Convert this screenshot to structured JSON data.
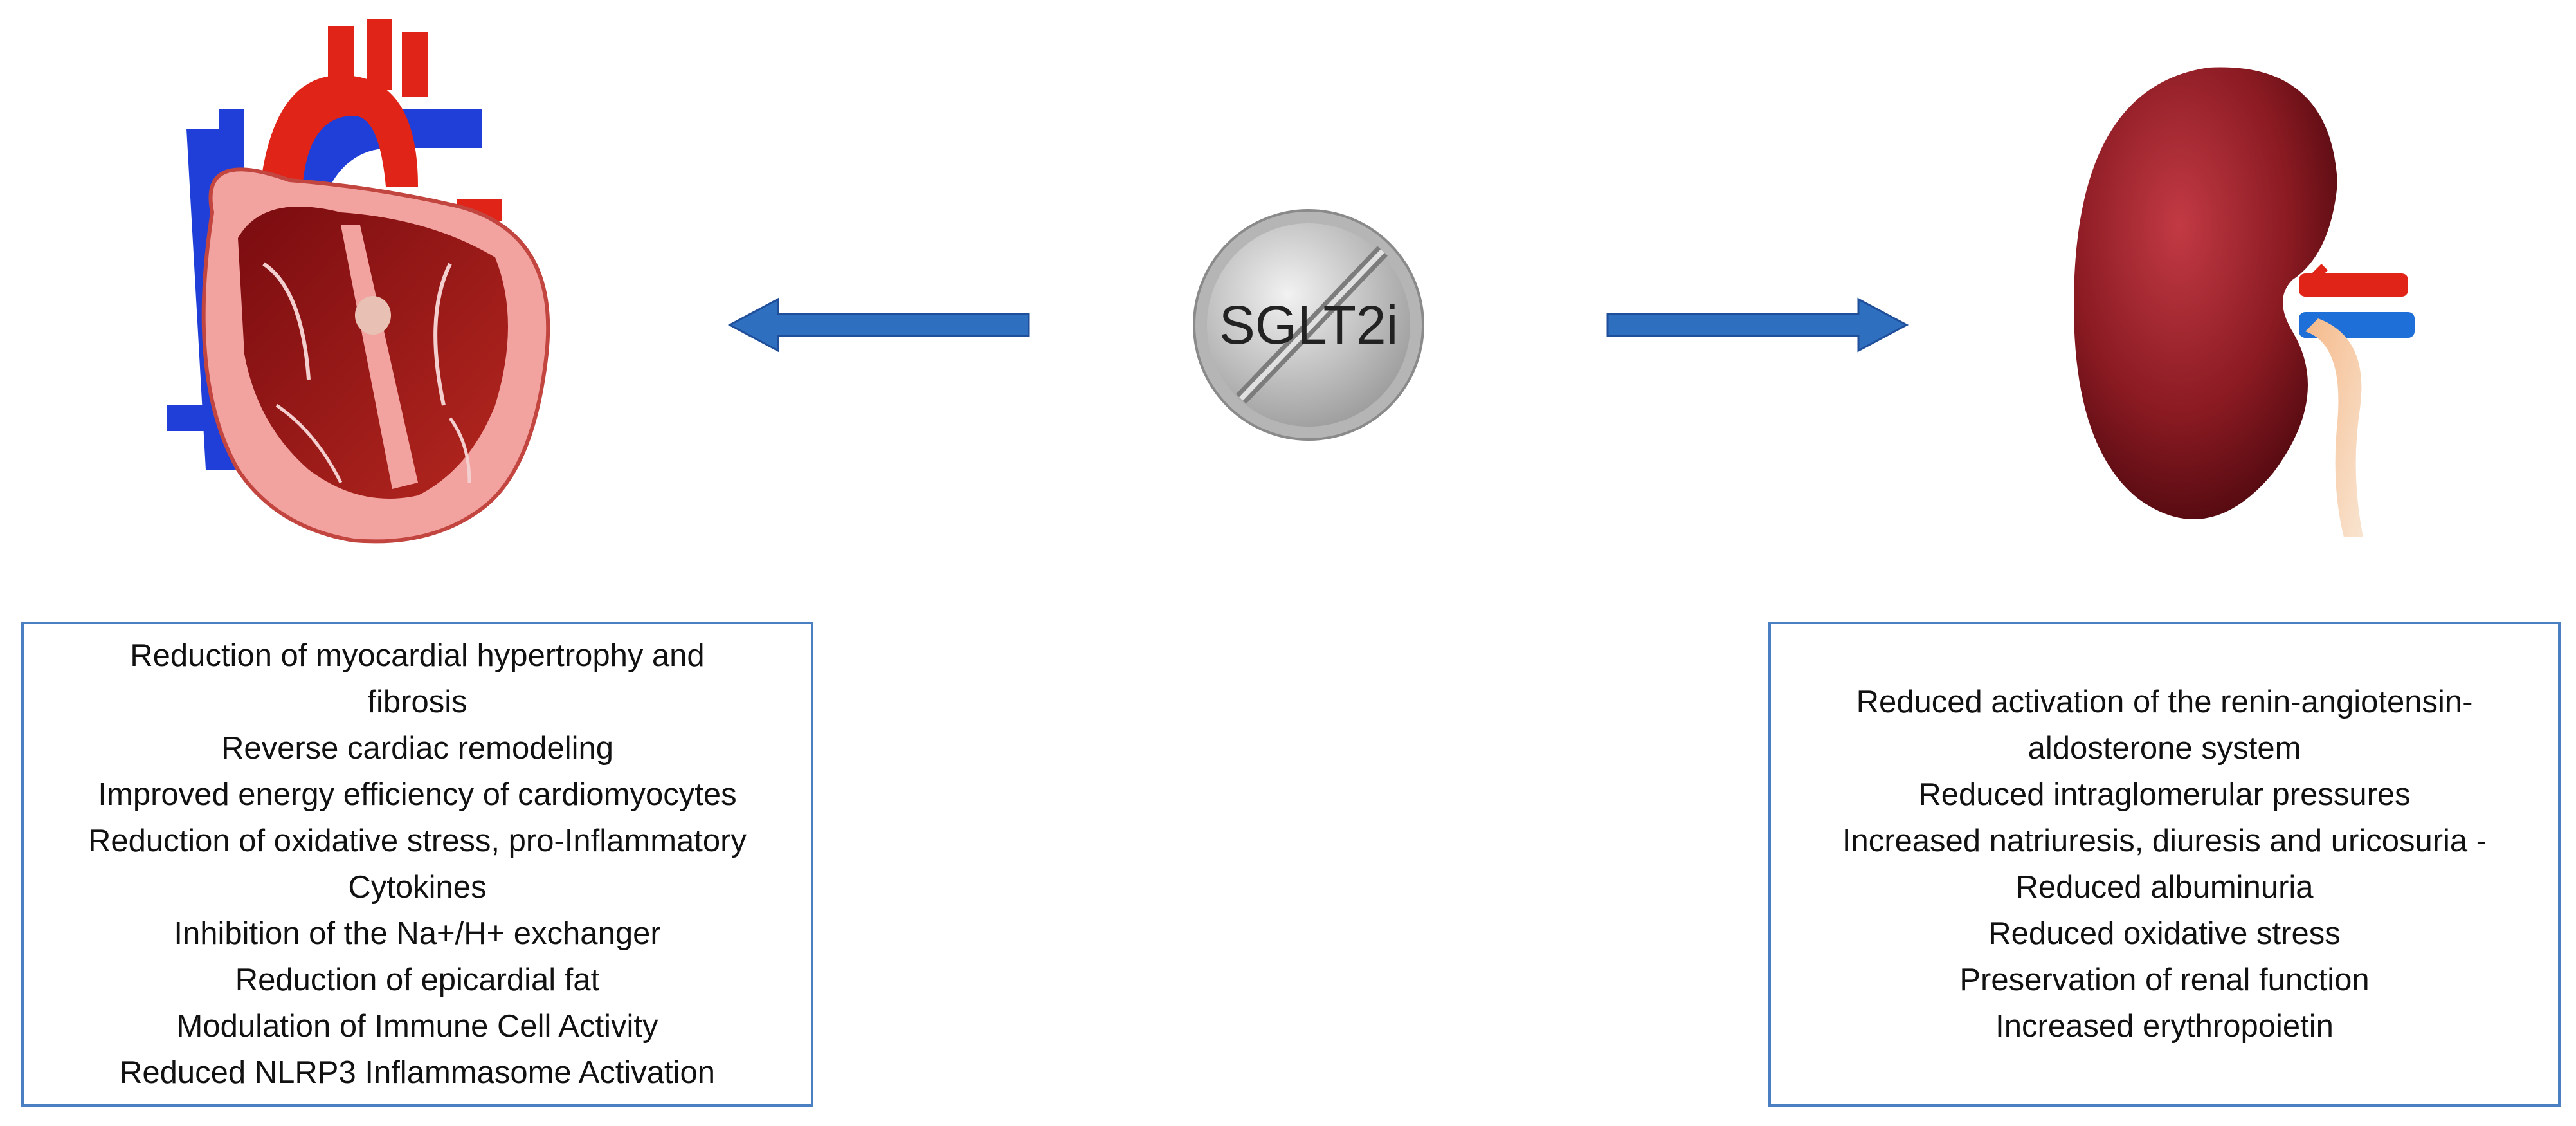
{
  "center": {
    "label": "SGLT2i"
  },
  "heart_effects": [
    "Reduction of myocardial hypertrophy and",
    "fibrosis",
    "Reverse cardiac remodeling",
    "Improved energy efficiency of cardiomyocytes",
    "Reduction of oxidative stress, pro-Inflammatory",
    "Cytokines",
    "Inhibition of the Na+/H+ exchanger",
    "Reduction of epicardial fat",
    "Modulation of Immune Cell Activity",
    "Reduced NLRP3 Inflammasome Activation"
  ],
  "kidney_effects": [
    "Reduced activation of the renin-angiotensin-",
    "aldosterone system",
    "Reduced intraglomerular pressures",
    "Increased natriuresis, diuresis and uricosuria -",
    "Reduced albuminuria",
    "Reduced oxidative stress",
    "Preservation of renal function",
    "Increased erythropoietin"
  ],
  "colors": {
    "arrow": "#2f6fc0",
    "box_border": "#4a7fc1",
    "heart_red": "#d62218",
    "heart_blue": "#1f3fd8",
    "kidney": "#8a1a22"
  }
}
